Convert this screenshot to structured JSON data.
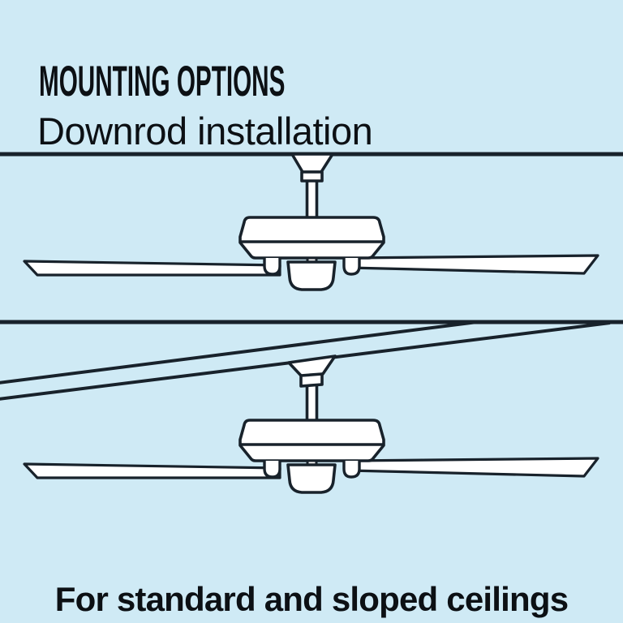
{
  "header": {
    "title": "MOUNTING OPTIONS",
    "subtitle": "Downrod installation"
  },
  "footer": {
    "caption": "For standard and sloped ceilings"
  },
  "diagrams": {
    "standard": {
      "name": "ceiling-fan-downrod-on-standard-ceiling"
    },
    "sloped": {
      "name": "ceiling-fan-downrod-on-sloped-ceiling"
    }
  },
  "colors": {
    "bg": "#cfeaf5",
    "ink": "#18222b",
    "paper": "#ffffff",
    "text": "#0c1014"
  }
}
